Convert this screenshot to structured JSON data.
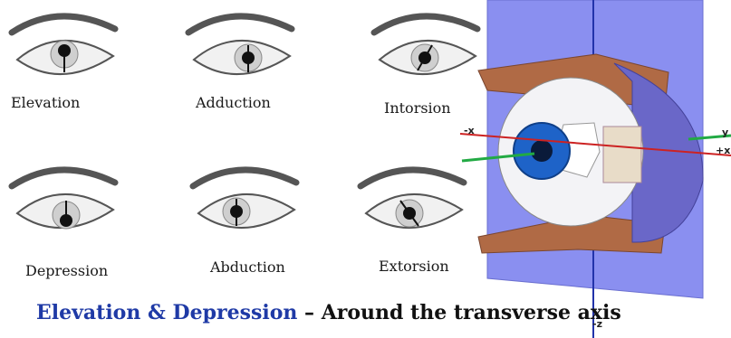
{
  "movements": [
    {
      "label": "Elevation"
    },
    {
      "label": "Adduction"
    },
    {
      "label": "Intorsion"
    },
    {
      "label": "Depression"
    },
    {
      "label": "Abduction"
    },
    {
      "label": "Extorsion"
    }
  ],
  "caption": {
    "highlight": "Elevation & Depression",
    "rest": " – Around the transverse axis"
  },
  "axes": {
    "neg_x": "-x",
    "pos_x": "+x",
    "neg_z": "-z",
    "y": "y"
  },
  "colors": {
    "caption_highlight": "#1f3aa6",
    "plane": "#8a8ff0",
    "iris": "#1e63c8",
    "axis_x": "#cc2222",
    "axis_y": "#22aa44",
    "axis_z": "#2233aa"
  }
}
